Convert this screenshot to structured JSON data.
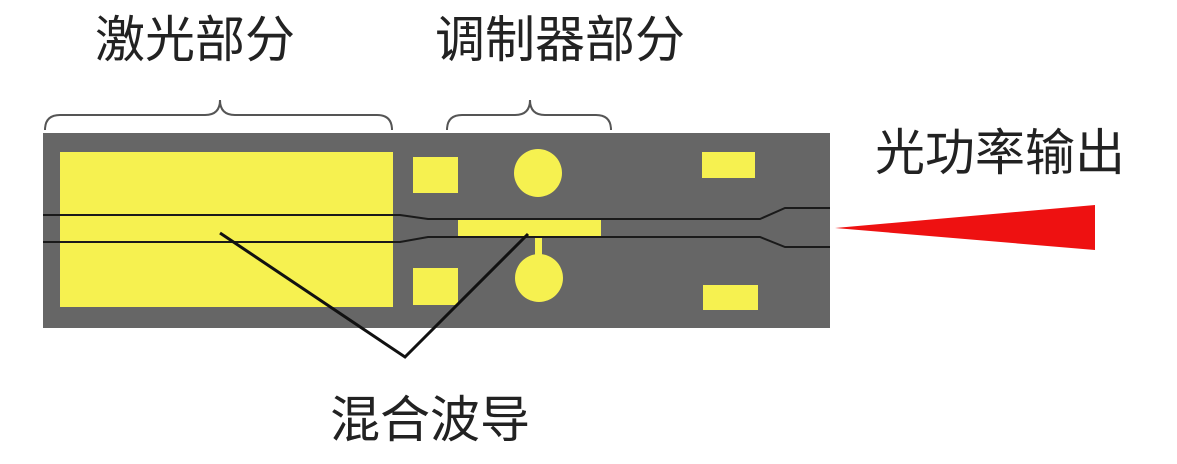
{
  "labels": {
    "laser_section": "激光部分",
    "modulator_section": "调制器部分",
    "optical_output": "光功率输出",
    "hybrid_waveguide": "混合波导"
  },
  "colors": {
    "chip": "#666666",
    "pad": "#f6f150",
    "waveguide": "#1a1a1a",
    "beam": "#ee1111"
  }
}
